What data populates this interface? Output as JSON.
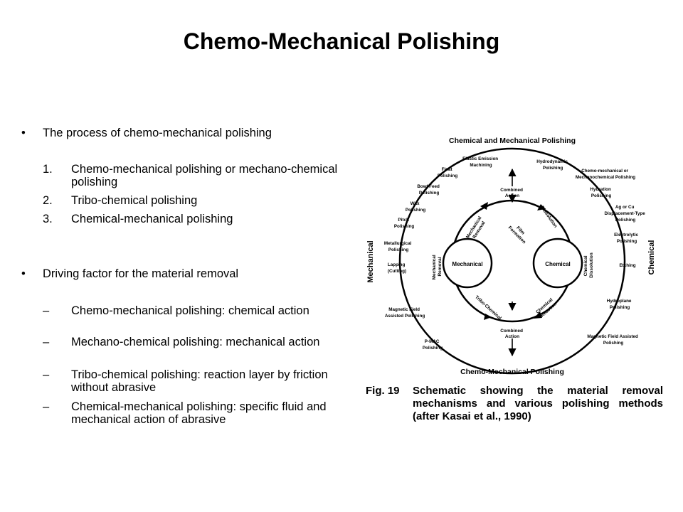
{
  "title": "Chemo-Mechanical Polishing",
  "bullets": [
    {
      "marker": "•",
      "text": "The process of chemo-mechanical polishing",
      "items": [
        {
          "marker": "1.",
          "text": "Chemo-mechanical polishing or mechano-chemical polishing"
        },
        {
          "marker": "2.",
          "text": "Tribo-chemical polishing"
        },
        {
          "marker": "3.",
          "text": "Chemical-mechanical polishing"
        }
      ]
    },
    {
      "marker": "•",
      "text": "Driving factor for the material removal",
      "items": [
        {
          "marker": "–",
          "text": "Chemo-mechanical polishing: chemical action"
        },
        {
          "marker": "–",
          "text": "Mechano-chemical polishing: mechanical action"
        },
        {
          "marker": "–",
          "text": "Tribo-chemical polishing: reaction layer by friction without abrasive"
        },
        {
          "marker": "–",
          "text": "Chemical-mechanical polishing: specific fluid and mechanical action of abrasive"
        }
      ]
    }
  ],
  "figure": {
    "top_label": "Chemical and Mechanical Polishing",
    "bottom_label": "Chemo-Mechanical Polishing",
    "left_label": "Mechanical",
    "right_label": "Chemical",
    "mechanical_circle": "Mechanical",
    "chemical_circle": "Chemical",
    "combined_top": [
      "Combined",
      "Action"
    ],
    "combined_bottom": [
      "Combined",
      "Action"
    ],
    "mechanical_removal_diag": [
      "Mechanical",
      "Removal"
    ],
    "dissolution": "Dissolution",
    "film_formation": [
      "Film",
      "Formation"
    ],
    "mechanical_removal_vert": [
      "Mechanical",
      "Removal"
    ],
    "chemical_dissolution_vert": [
      "Chemical",
      "Dissolution"
    ],
    "tribo_chemical": "Tribo-Chemical",
    "chemical_reaction": [
      "Chemical",
      "Reaction"
    ],
    "methods_left": [
      [
        "Elastic Emission",
        "Machining"
      ],
      [
        "Float",
        "Polishing"
      ],
      [
        "Bowl Feed",
        "Polishing"
      ],
      [
        "Wax",
        "Polishing"
      ],
      [
        "Pitch",
        "Polishing"
      ],
      [
        "Metallurgical",
        "Polishing"
      ],
      [
        "Lapping",
        "(Cutting)"
      ],
      [
        "Magnetic Field",
        "Assisted Polishing"
      ],
      [
        "P-MAC",
        "Polishing"
      ]
    ],
    "methods_right": [
      [
        "Hydrodynamic",
        "Polishing"
      ],
      [
        "Chemo-mechanical or",
        "Mechanochemical Polishing"
      ],
      [
        "Hydration",
        "Polishing"
      ],
      [
        "Ag or Cu",
        "Displacement-Type",
        "Polishing"
      ],
      [
        "Electrolytic",
        "Polishing"
      ],
      [
        "Etching"
      ],
      [
        "Hydroplane",
        "Polishing"
      ],
      [
        "Magnetic Field Assisted",
        "Polishing"
      ]
    ],
    "caption_label": "Fig. 19",
    "caption_text": "Schematic showing the material removal mechanisms and various polishing methods (after Kasai et al., 1990)"
  }
}
